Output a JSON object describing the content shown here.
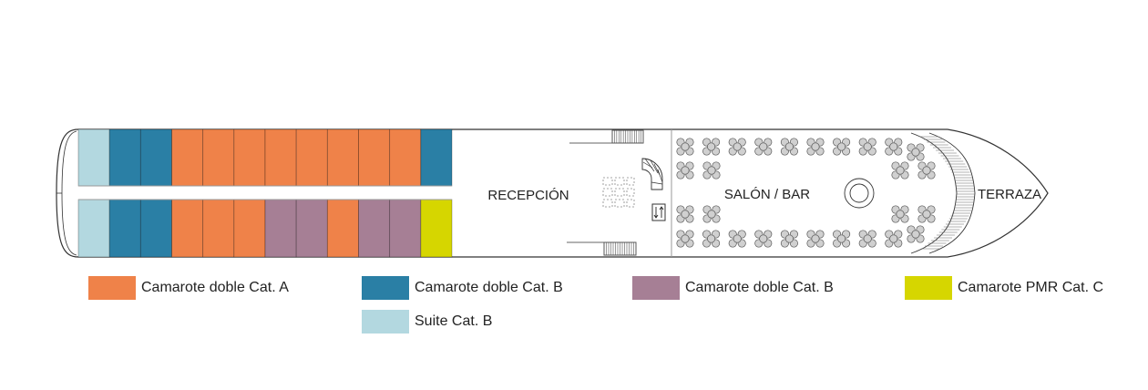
{
  "colors": {
    "cat_a": "#ef8249",
    "cat_b_blue": "#2a7fa5",
    "cat_b_purple": "#a67f95",
    "pmr_c": "#d6d600",
    "suite_b": "#b3d8e0"
  },
  "cabins": {
    "top_row": [
      "suite_b",
      "cat_b_blue",
      "cat_b_blue",
      "cat_a",
      "cat_a",
      "cat_a",
      "cat_a",
      "cat_a",
      "cat_a",
      "cat_a",
      "cat_a",
      "cat_b_blue"
    ],
    "bottom_row": [
      "suite_b",
      "cat_b_blue",
      "cat_b_blue",
      "cat_a",
      "cat_a",
      "cat_a",
      "cat_b_purple",
      "cat_b_purple",
      "cat_a",
      "cat_b_purple",
      "cat_b_purple",
      "pmr_c"
    ]
  },
  "areas": {
    "reception": "RECEPCIÓN",
    "salon": "SALÓN / BAR",
    "terrace": "TERRAZA"
  },
  "legend": [
    {
      "key": "cat_a",
      "label": "Camarote doble Cat. A"
    },
    {
      "key": "cat_b_blue",
      "label": "Camarote doble Cat. B"
    },
    {
      "key": "cat_b_purple",
      "label": "Camarote doble Cat. B"
    },
    {
      "key": "pmr_c",
      "label": "Camarote PMR Cat. C"
    },
    {
      "key": "suite_b",
      "label": "Suite Cat. B"
    }
  ]
}
